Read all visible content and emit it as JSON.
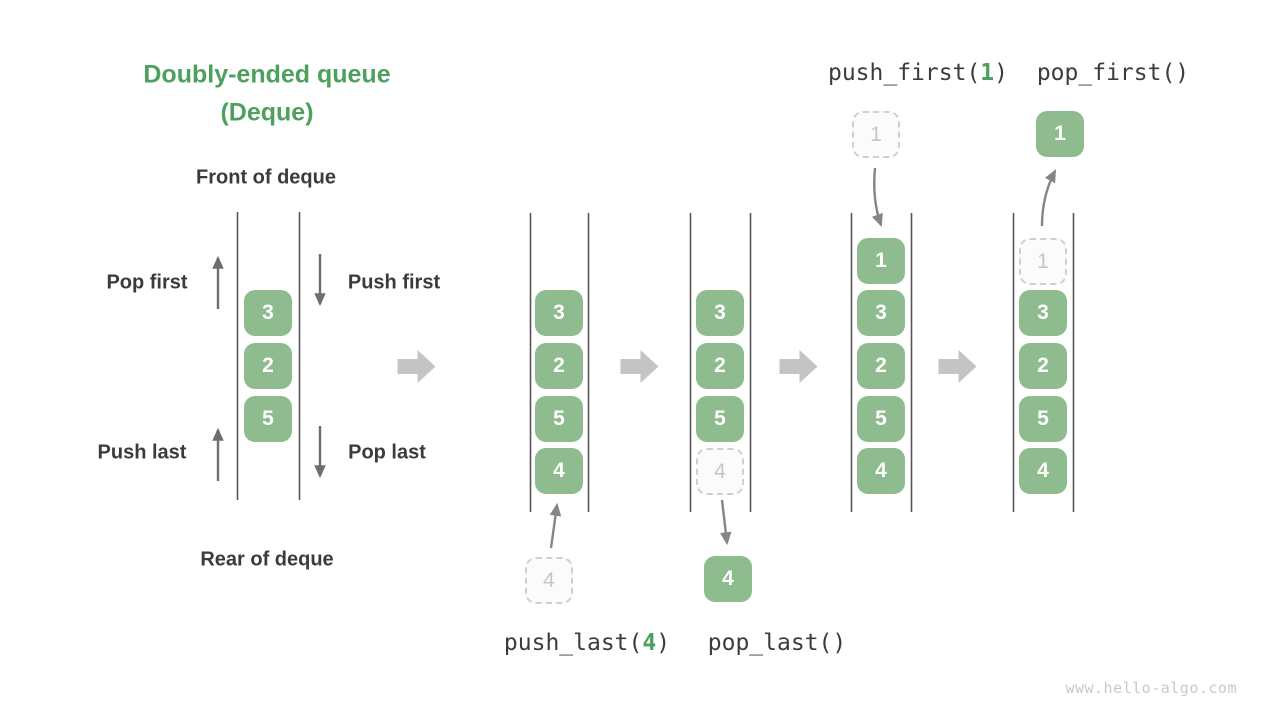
{
  "title": {
    "line1": "Doubly-ended queue",
    "line2": "(Deque)"
  },
  "labels": {
    "front": "Front of deque",
    "rear": "Rear of deque",
    "pop_first": "Pop first",
    "push_first": "Push first",
    "push_last": "Push last",
    "pop_last": "Pop last"
  },
  "operations": {
    "push_last": {
      "prefix": "push_last(",
      "arg": "4",
      "suffix": ")"
    },
    "pop_last": {
      "label": "pop_last()"
    },
    "push_first": {
      "prefix": "push_first(",
      "arg": "1",
      "suffix": ")"
    },
    "pop_first": {
      "label": "pop_first()"
    }
  },
  "deque_initial": {
    "cells": [
      "3",
      "2",
      "5"
    ]
  },
  "stages": [
    {
      "id": "push_last",
      "cells": [
        "3",
        "2",
        "5",
        "4"
      ],
      "incoming": "4"
    },
    {
      "id": "pop_last",
      "cells": [
        "3",
        "2",
        "5",
        "4"
      ],
      "outgoing": "4"
    },
    {
      "id": "push_first",
      "cells": [
        "1",
        "3",
        "2",
        "5",
        "4"
      ],
      "incoming": "1"
    },
    {
      "id": "pop_first",
      "cells": [
        "1",
        "3",
        "2",
        "5",
        "4"
      ],
      "outgoing": "1"
    }
  ],
  "watermark": "www.hello-algo.com",
  "colors": {
    "cell_green": "#8FBC8F",
    "accent_green": "#4EA05E",
    "text_dark": "#3B3B3B",
    "ghost_gray": "#C5C5C5",
    "wall_gray": "#555555",
    "thin_arrow_gray": "#6E6E6E",
    "transition_arrow_gray": "#858585",
    "stage_arrow_gray": "#C4C4C4"
  },
  "icons": {
    "stage_arrow": "right-block-arrow",
    "pop_first_arrow": "up-arrow",
    "push_first_arrow": "down-arrow",
    "push_last_arrow": "up-arrow",
    "pop_last_arrow": "down-arrow"
  }
}
